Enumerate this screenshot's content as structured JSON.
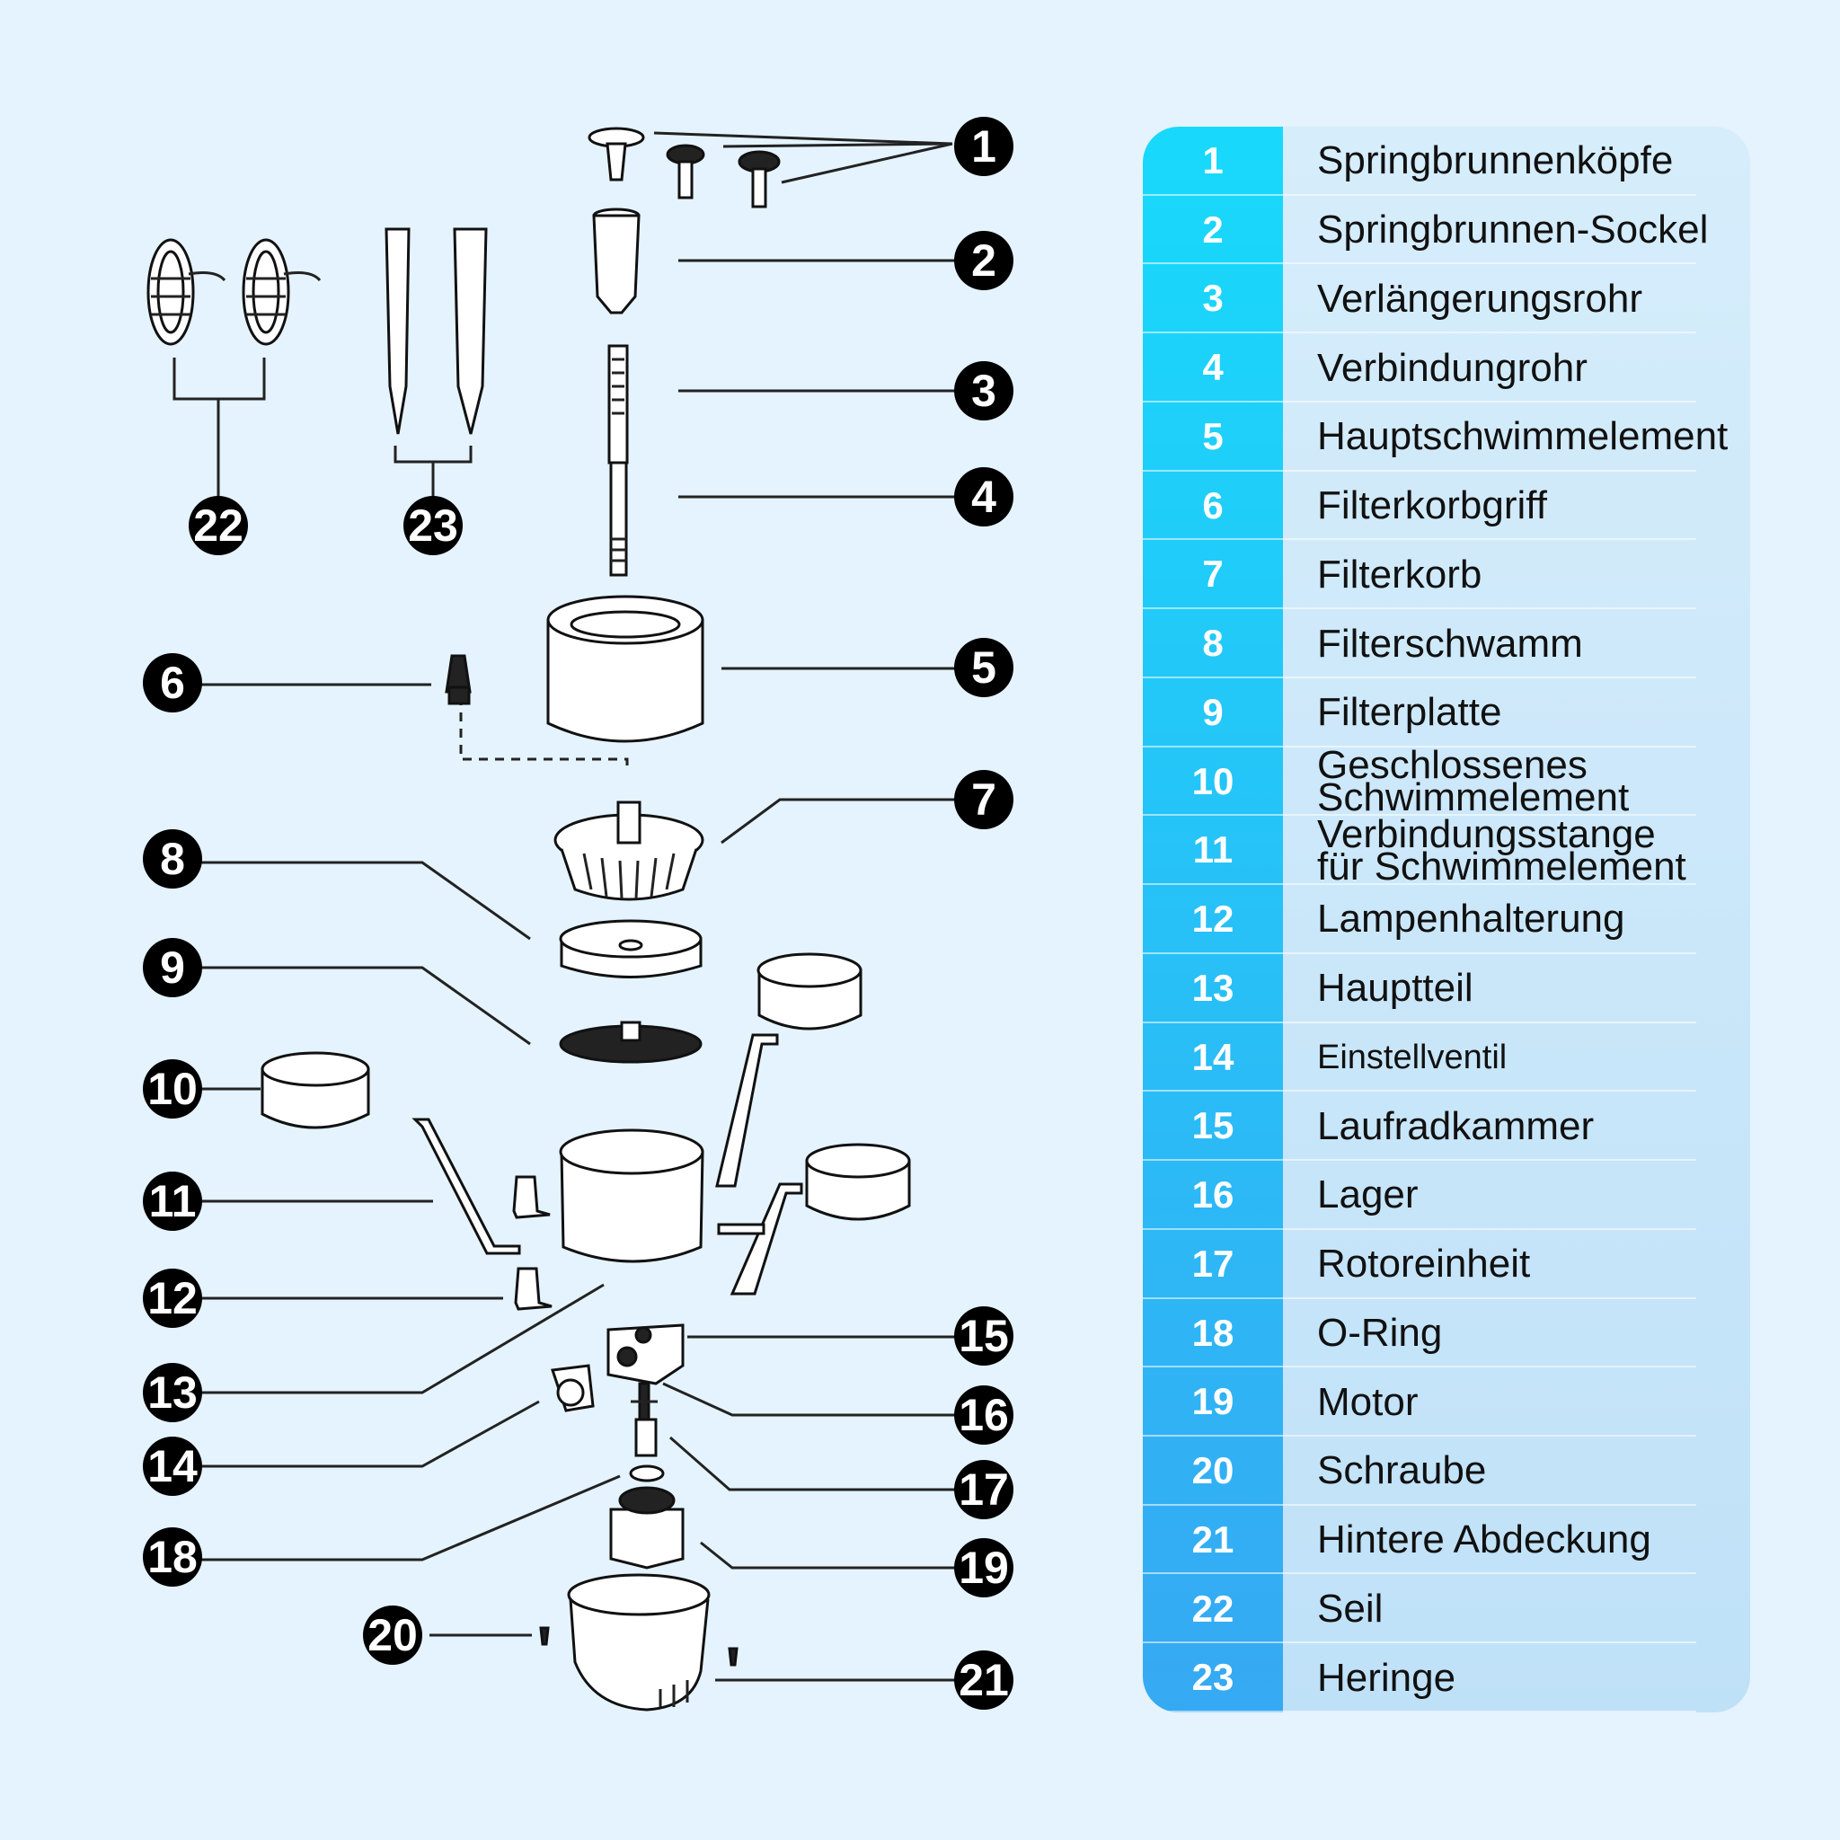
{
  "legend": [
    {
      "num": "1",
      "label": "Springbrunnenköpfe"
    },
    {
      "num": "2",
      "label": "Springbrunnen-Sockel"
    },
    {
      "num": "3",
      "label": "Verlängerungsrohr"
    },
    {
      "num": "4",
      "label": "Verbindungrohr"
    },
    {
      "num": "5",
      "label": "Hauptschwimmelement"
    },
    {
      "num": "6",
      "label": "Filterkorbgriff"
    },
    {
      "num": "7",
      "label": "Filterkorb"
    },
    {
      "num": "8",
      "label": "Filterschwamm"
    },
    {
      "num": "9",
      "label": "Filterplatte"
    },
    {
      "num": "10",
      "label": "Geschlossenes\nSchwimmelement"
    },
    {
      "num": "11",
      "label": "Verbindungsstange\nfür Schwimmelement"
    },
    {
      "num": "12",
      "label": "Lampenhalterung"
    },
    {
      "num": "13",
      "label": "Hauptteil"
    },
    {
      "num": "14",
      "label": "Einstellventil"
    },
    {
      "num": "15",
      "label": "Laufradkammer"
    },
    {
      "num": "16",
      "label": "Lager"
    },
    {
      "num": "17",
      "label": "Rotoreinheit"
    },
    {
      "num": "18",
      "label": "O-Ring"
    },
    {
      "num": "19",
      "label": "Motor"
    },
    {
      "num": "20",
      "label": "Schraube"
    },
    {
      "num": "21",
      "label": "Hintere Abdeckung"
    },
    {
      "num": "22",
      "label": "Seil"
    },
    {
      "num": "23",
      "label": "Heringe"
    }
  ],
  "callouts": [
    "1",
    "2",
    "3",
    "4",
    "5",
    "6",
    "7",
    "8",
    "9",
    "10",
    "11",
    "12",
    "13",
    "14",
    "15",
    "16",
    "17",
    "18",
    "19",
    "20",
    "21",
    "22",
    "23"
  ],
  "colors": {
    "background": "#e4f3fd",
    "legend_number_column_top": "#18d9fb",
    "legend_number_column_bottom": "#36a9f3",
    "legend_panel": "#cfe9fa",
    "callout": "#000000"
  }
}
